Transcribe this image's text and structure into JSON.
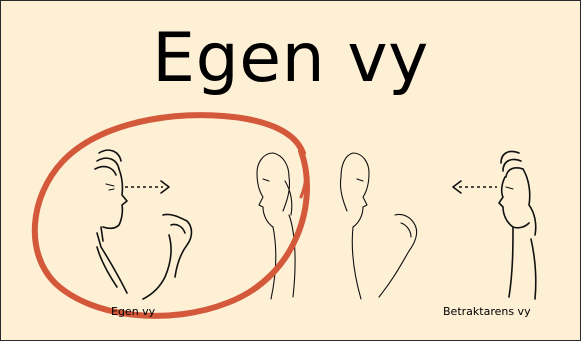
{
  "title": "Egen vy",
  "captions": {
    "left": "Egen vy",
    "right": "Betraktarens vy"
  },
  "colors": {
    "background": "#fdf0d5",
    "circle": "#d4583a",
    "ink": "#111111"
  },
  "icons": [
    "signer-figure",
    "viewer-figure",
    "dotted-arrow-right",
    "dotted-arrow-left",
    "highlight-circle"
  ]
}
